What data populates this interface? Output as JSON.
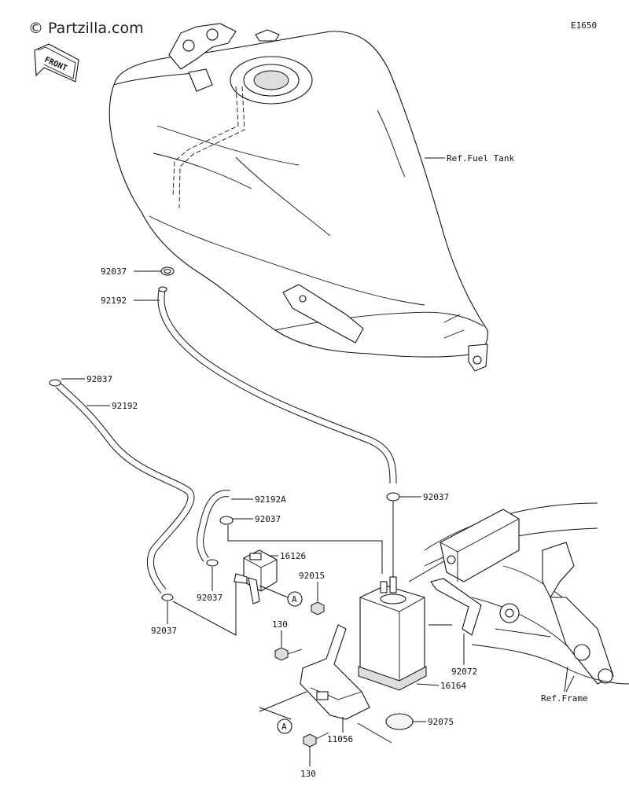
{
  "watermark": "© Partzilla.com",
  "diagram_code": "E1650",
  "front_badge": "FRONT",
  "callout_letter": "A",
  "refs": {
    "fuel_tank": "Ref.Fuel Tank",
    "frame": "Ref.Frame"
  },
  "labels": {
    "l92037_a": "92037",
    "l92192_a": "92192",
    "l92037_b": "92037",
    "l92192_b": "92192",
    "l92037_c": "92037",
    "l92192A": "92192A",
    "l92037_d": "92037",
    "l16126": "16126",
    "l92015": "92015",
    "l92037_e": "92037",
    "l92037_f": "92037",
    "l130_a": "130",
    "l92072": "92072",
    "l16164": "16164",
    "l92075": "92075",
    "l11056": "11056",
    "l130_b": "130"
  }
}
